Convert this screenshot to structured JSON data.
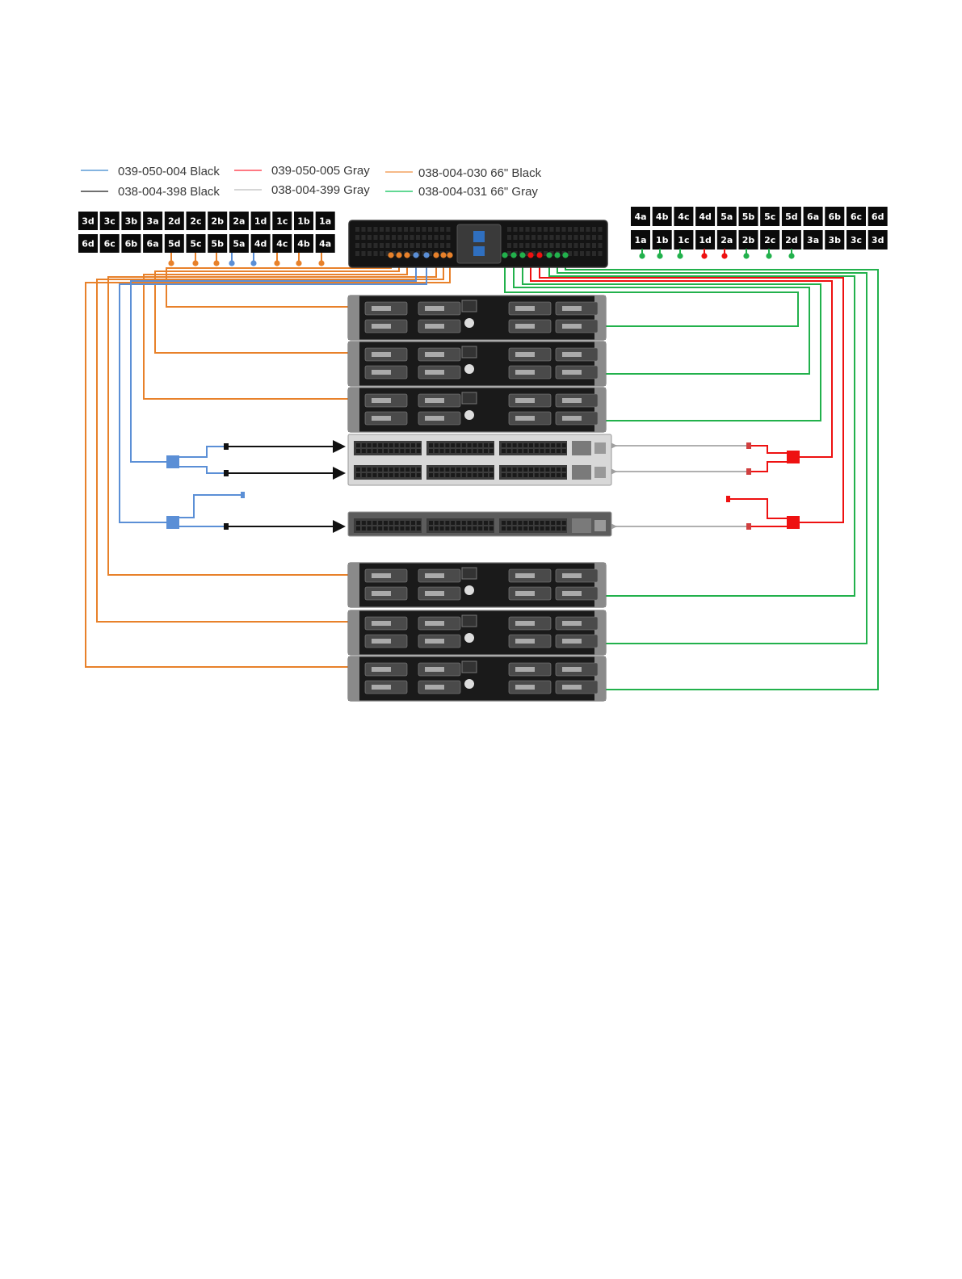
{
  "legend": [
    {
      "label": "039-050-004 Black",
      "color": "#5b9bd5"
    },
    {
      "label": "039-050-005 Gray",
      "color": "#ff4d5a"
    },
    {
      "label": "038-004-030 66\" Black",
      "color": "#f4a460"
    },
    {
      "label": "038-004-398 Black",
      "color": "#404040"
    },
    {
      "label": "038-004-399 Gray",
      "color": "#c8c8c8"
    },
    {
      "label": "038-004-031 66\" Gray",
      "color": "#2ecc71"
    }
  ],
  "port_labels": {
    "left_top": [
      "3d",
      "3c",
      "3b",
      "3a",
      "2d",
      "2c",
      "2b",
      "2a",
      "1d",
      "1c",
      "1b",
      "1a"
    ],
    "left_bottom": [
      "6d",
      "6c",
      "6b",
      "6a",
      "5d",
      "5c",
      "5b",
      "5a",
      "4d",
      "4c",
      "4b",
      "4a"
    ],
    "right_top": [
      "4a",
      "4b",
      "4c",
      "4d",
      "5a",
      "5b",
      "5c",
      "5d",
      "6a",
      "6b",
      "6c",
      "6d"
    ],
    "right_bottom": [
      "1a",
      "1b",
      "1c",
      "1d",
      "2a",
      "2b",
      "2c",
      "2d",
      "3a",
      "3b",
      "3c",
      "3d"
    ]
  },
  "colors": {
    "orange": "#e8812a",
    "blue": "#5b8fd6",
    "green": "#22b14c",
    "red": "#ee1111",
    "black": "#111111",
    "gray": "#b0b0b0",
    "port_label_bg": "#0a0a0a"
  },
  "devices": {
    "controller": "controller-enclosure",
    "shelves": 6,
    "switches": 2
  }
}
